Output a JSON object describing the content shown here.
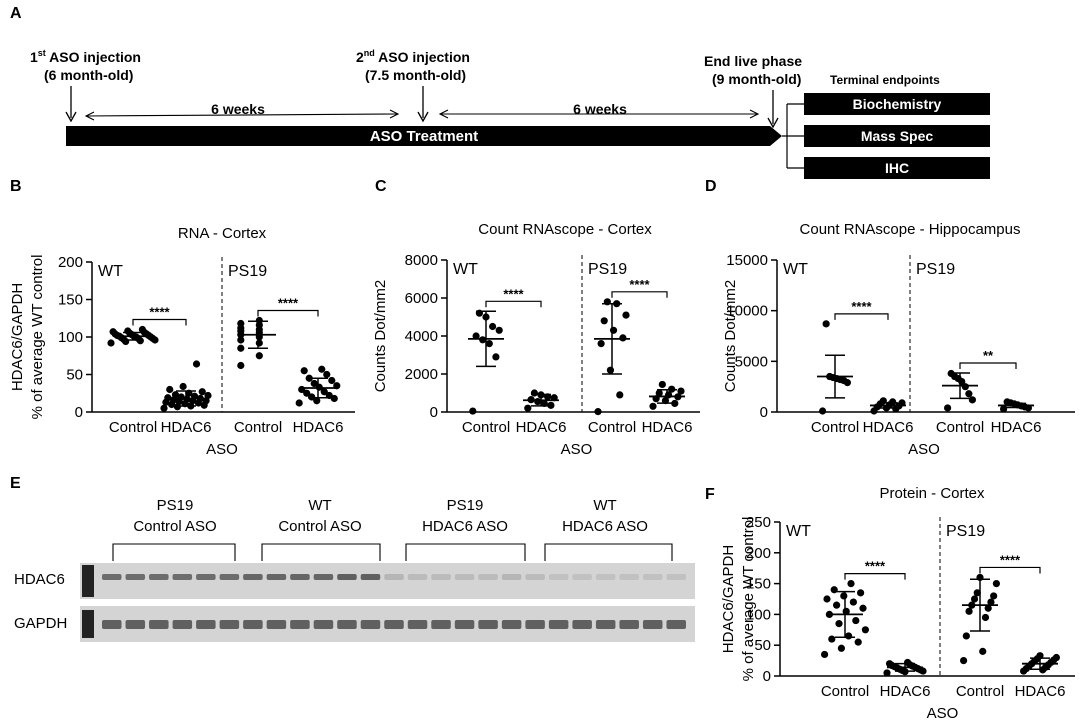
{
  "panels": {
    "A": "A",
    "B": "B",
    "C": "C",
    "D": "D",
    "E": "E",
    "F": "F"
  },
  "timeline": {
    "inj1_line1_base": "1",
    "inj1_line1_sup": "st",
    "inj1_line1_rest": " ASO injection",
    "inj1_line2": "(6 month-old)",
    "inj2_line1_base": "2",
    "inj2_line1_sup": "nd",
    "inj2_line1_rest": " ASO injection",
    "inj2_line2": "(7.5 month-old)",
    "end_line1": "End live phase",
    "end_line2": "(9 month-old)",
    "interval1": "6 weeks",
    "interval2": "6 weeks",
    "bar_label": "ASO Treatment",
    "terminal_title": "Terminal endpoints",
    "endpoints": [
      "Biochemistry",
      "Mass Spec",
      "IHC"
    ]
  },
  "colors": {
    "bar": "#000000",
    "point": "#000000",
    "membrane": "#d4d4d4",
    "band": "#5a5a5a"
  },
  "chart_data": [
    {
      "id": "B",
      "type": "scatter",
      "title": "RNA - Cortex",
      "ylabel": [
        "HDAC6/GAPDH",
        "% of average WT control"
      ],
      "xlabel": "ASO",
      "ylim": [
        0,
        200
      ],
      "yticks": [
        0,
        50,
        100,
        150,
        200
      ],
      "groups": [
        "WT",
        "PS19"
      ],
      "categories": [
        "Control",
        "HDAC6",
        "Control",
        "HDAC6"
      ],
      "significance": [
        "****",
        "****"
      ],
      "series": [
        {
          "mean": 101,
          "sd": 5,
          "values": [
            92,
            94,
            95,
            96,
            97,
            98,
            98,
            99,
            100,
            100,
            101,
            101,
            102,
            102,
            103,
            104,
            104,
            105,
            106,
            107,
            108,
            110
          ]
        },
        {
          "mean": 18,
          "sd": 10,
          "values": [
            5,
            7,
            8,
            9,
            10,
            11,
            12,
            13,
            14,
            15,
            15,
            16,
            17,
            18,
            19,
            20,
            21,
            22,
            23,
            25,
            27,
            30,
            34,
            64
          ]
        },
        {
          "mean": 103,
          "sd": 18,
          "values": [
            62,
            75,
            85,
            92,
            96,
            100,
            103,
            106,
            108,
            110,
            112,
            116,
            118,
            122
          ]
        },
        {
          "mean": 32,
          "sd": 13,
          "values": [
            12,
            15,
            18,
            20,
            22,
            25,
            27,
            30,
            33,
            35,
            38,
            42,
            45,
            50,
            55,
            57
          ]
        }
      ]
    },
    {
      "id": "C",
      "type": "scatter",
      "title": "Count RNAscope - Cortex",
      "ylabel": [
        "Counts Dot/mm2"
      ],
      "xlabel": "ASO",
      "ylim": [
        0,
        8000
      ],
      "yticks": [
        0,
        2000,
        4000,
        6000,
        8000
      ],
      "groups": [
        "WT",
        "PS19"
      ],
      "categories": [
        "Control",
        "HDAC6",
        "Control",
        "HDAC6"
      ],
      "significance": [
        "****",
        "****"
      ],
      "series": [
        {
          "mean": 3850,
          "sd": 1450,
          "values": [
            50,
            2900,
            3600,
            3800,
            4000,
            4300,
            4500,
            5000,
            5200
          ]
        },
        {
          "mean": 620,
          "sd": 300,
          "values": [
            200,
            350,
            450,
            550,
            650,
            750,
            800,
            900,
            1000
          ]
        },
        {
          "mean": 3850,
          "sd": 1850,
          "values": [
            20,
            900,
            2200,
            3600,
            3900,
            4300,
            4800,
            5100,
            5700,
            5800
          ]
        },
        {
          "mean": 820,
          "sd": 350,
          "values": [
            300,
            450,
            600,
            700,
            800,
            900,
            1000,
            1100,
            1200,
            1450
          ]
        }
      ]
    },
    {
      "id": "D",
      "type": "scatter",
      "title": "Count RNAscope - Hippocampus",
      "ylabel": [
        "Counts Dot/mm2"
      ],
      "xlabel": "ASO",
      "ylim": [
        0,
        15000
      ],
      "yticks": [
        0,
        5000,
        10000,
        15000
      ],
      "groups": [
        "WT",
        "PS19"
      ],
      "categories": [
        "Control",
        "HDAC6",
        "Control",
        "HDAC6"
      ],
      "significance": [
        "****",
        "**"
      ],
      "series": [
        {
          "mean": 3500,
          "sd": 2100,
          "values": [
            100,
            2900,
            3100,
            3200,
            3300,
            3400,
            3500,
            8700
          ]
        },
        {
          "mean": 650,
          "sd": 250,
          "values": [
            100,
            300,
            400,
            500,
            600,
            700,
            800,
            900,
            1000,
            1100
          ]
        },
        {
          "mean": 2600,
          "sd": 1250,
          "values": [
            400,
            1200,
            1800,
            2500,
            3000,
            3300,
            3500,
            3800
          ]
        },
        {
          "mean": 650,
          "sd": 200,
          "values": [
            300,
            400,
            500,
            600,
            700,
            800,
            900,
            1000
          ]
        }
      ]
    },
    {
      "id": "F",
      "type": "scatter",
      "title": "Protein - Cortex",
      "ylabel": [
        "HDAC6/GAPDH",
        "% of average WT control"
      ],
      "xlabel": "ASO",
      "ylim": [
        0,
        250
      ],
      "yticks": [
        0,
        50,
        100,
        150,
        200,
        250
      ],
      "groups": [
        "WT",
        "PS19"
      ],
      "categories": [
        "Control",
        "HDAC6",
        "Control",
        "HDAC6"
      ],
      "significance": [
        "****",
        "****"
      ],
      "series": [
        {
          "mean": 100,
          "sd": 37,
          "values": [
            35,
            45,
            55,
            60,
            65,
            75,
            85,
            90,
            100,
            105,
            110,
            115,
            120,
            125,
            130,
            135,
            140,
            150
          ]
        },
        {
          "mean": 14,
          "sd": 6,
          "values": [
            5,
            7,
            8,
            9,
            10,
            11,
            12,
            13,
            14,
            15,
            16,
            17,
            18,
            20,
            22
          ]
        },
        {
          "mean": 115,
          "sd": 42,
          "values": [
            25,
            40,
            65,
            95,
            105,
            110,
            115,
            120,
            125,
            130,
            135,
            150,
            160
          ]
        },
        {
          "mean": 20,
          "sd": 9,
          "values": [
            8,
            10,
            12,
            14,
            16,
            18,
            20,
            22,
            24,
            26,
            28,
            30,
            33
          ]
        }
      ]
    }
  ],
  "western": {
    "groups": [
      {
        "line1": "PS19",
        "line2": "Control ASO"
      },
      {
        "line1": "WT",
        "line2": "Control ASO"
      },
      {
        "line1": "PS19",
        "line2": "HDAC6 ASO"
      },
      {
        "line1": "WT",
        "line2": "HDAC6 ASO"
      }
    ],
    "rows": [
      "HDAC6",
      "GAPDH"
    ],
    "lanes_per_group": [
      6,
      6,
      6,
      7
    ],
    "hdac6_intensity": [
      0.85,
      0.85,
      0.85,
      0.85,
      0.85,
      0.85,
      0.9,
      0.9,
      0.9,
      0.9,
      0.95,
      0.95,
      0.25,
      0.2,
      0.2,
      0.2,
      0.2,
      0.25,
      0.2,
      0.15,
      0.15,
      0.15,
      0.15,
      0.15,
      0.15
    ],
    "gapdh_intensity": [
      0.95,
      0.95,
      0.95,
      0.95,
      0.95,
      0.95,
      0.95,
      0.95,
      0.95,
      0.95,
      0.95,
      0.95,
      0.95,
      0.95,
      0.95,
      0.95,
      0.95,
      0.95,
      0.95,
      0.95,
      0.95,
      0.95,
      0.95,
      0.95,
      0.95
    ]
  }
}
